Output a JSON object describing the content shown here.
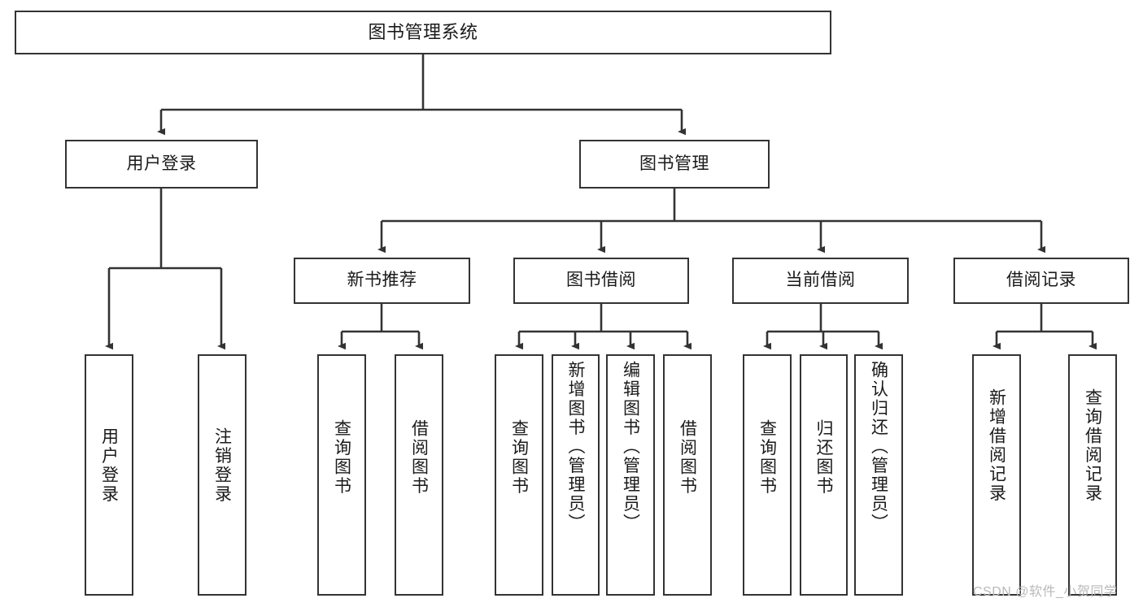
{
  "diagram": {
    "title": "图书管理系统",
    "type": "tree",
    "orientation": "top-down",
    "colors": {
      "box_border": "#333333",
      "box_fill": "#ffffff",
      "connector": "#333333",
      "text": "#1a1a1a",
      "watermark": "#b9b9b9"
    },
    "root": {
      "id": "root",
      "label": "图书管理系统",
      "level": 0
    },
    "level2": [
      {
        "id": "user-login",
        "label": "用户登录",
        "level": 1
      },
      {
        "id": "book-manage",
        "label": "图书管理",
        "level": 1
      }
    ],
    "level3": [
      {
        "id": "new-book-recommend",
        "label": "新书推荐",
        "level": 2,
        "parent": "book-manage"
      },
      {
        "id": "book-borrow",
        "label": "图书借阅",
        "level": 2,
        "parent": "book-manage"
      },
      {
        "id": "current-borrow",
        "label": "当前借阅",
        "level": 2,
        "parent": "book-manage"
      },
      {
        "id": "borrow-record",
        "label": "借阅记录",
        "level": 2,
        "parent": "book-manage"
      }
    ],
    "leaves": [
      {
        "id": "leaf-user-login",
        "label": "用户登录",
        "parent": "user-login"
      },
      {
        "id": "leaf-logout-login",
        "label": "注销登录",
        "parent": "user-login"
      },
      {
        "id": "leaf-query-book-1",
        "label": "查询图书",
        "parent": "new-book-recommend"
      },
      {
        "id": "leaf-borrow-book-1",
        "label": "借阅图书",
        "parent": "new-book-recommend"
      },
      {
        "id": "leaf-query-book-2",
        "label": "查询图书",
        "parent": "book-borrow"
      },
      {
        "id": "leaf-add-book",
        "label": "新增图书（管理员）",
        "parent": "book-borrow"
      },
      {
        "id": "leaf-edit-book",
        "label": "编辑图书（管理员）",
        "parent": "book-borrow"
      },
      {
        "id": "leaf-borrow-book-2",
        "label": "借阅图书",
        "parent": "book-borrow"
      },
      {
        "id": "leaf-query-book-3",
        "label": "查询图书",
        "parent": "current-borrow"
      },
      {
        "id": "leaf-return-book",
        "label": "归还图书",
        "parent": "current-borrow"
      },
      {
        "id": "leaf-confirm-return",
        "label": "确认归还（管理员）",
        "parent": "current-borrow"
      },
      {
        "id": "leaf-add-record",
        "label": "新增借阅记录",
        "parent": "borrow-record"
      },
      {
        "id": "leaf-query-record",
        "label": "查询借阅记录",
        "parent": "borrow-record"
      }
    ]
  },
  "watermark": {
    "text": "CSDN @软件_小贺同学"
  }
}
